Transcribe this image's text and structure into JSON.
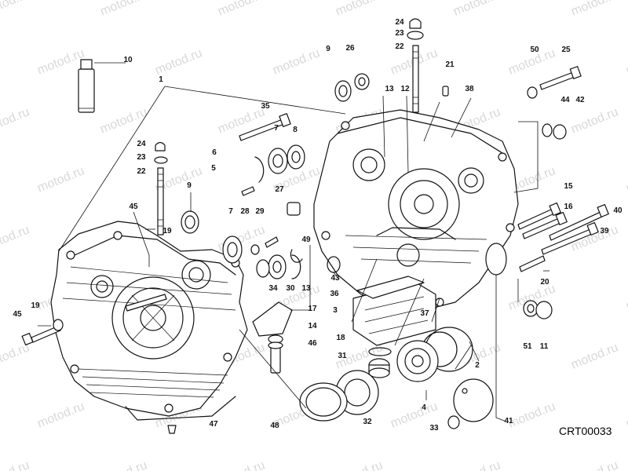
{
  "diagram": {
    "reference_code": "CRT00033",
    "watermark_text": "motod.ru",
    "colors": {
      "ink": "#111111",
      "background": "#ffffff",
      "watermark": "#d9d9d9"
    },
    "callouts": [
      "1",
      "2",
      "3",
      "4",
      "5",
      "6",
      "7",
      "8",
      "9",
      "10",
      "11",
      "12",
      "13",
      "14",
      "15",
      "16",
      "17",
      "18",
      "19",
      "20",
      "21",
      "22",
      "23",
      "24",
      "25",
      "26",
      "27",
      "28",
      "29",
      "30",
      "31",
      "32",
      "33",
      "34",
      "35",
      "36",
      "37",
      "38",
      "39",
      "40",
      "41",
      "42",
      "43",
      "44",
      "45",
      "46",
      "47",
      "48",
      "49",
      "50",
      "51"
    ]
  }
}
